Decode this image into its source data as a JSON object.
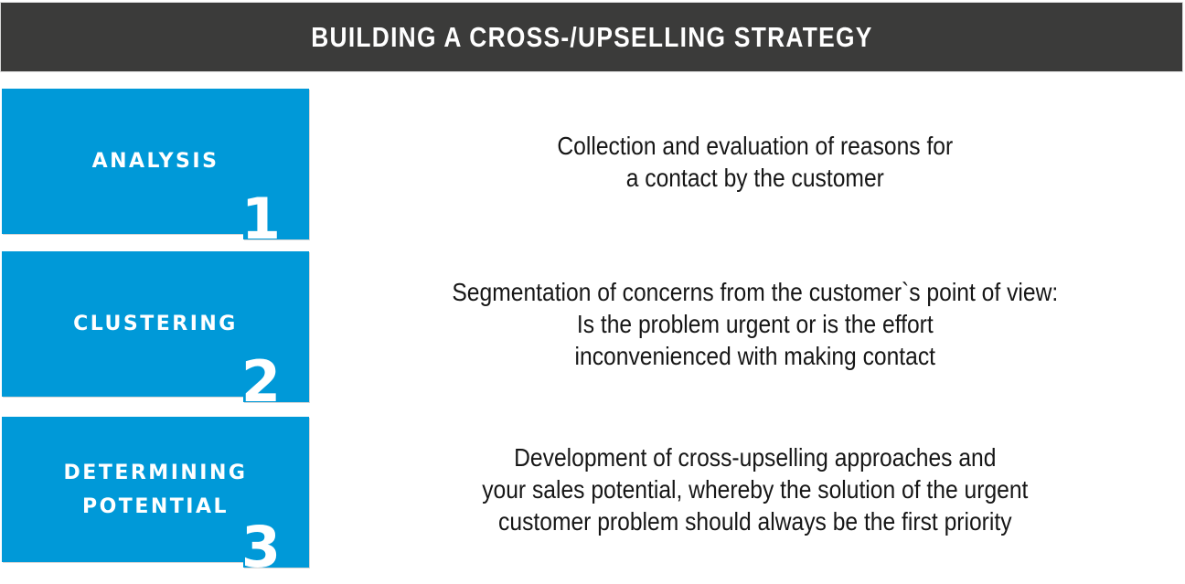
{
  "header": {
    "title": "BUILDING A CROSS-/UPSELLING STRATEGY"
  },
  "colors": {
    "accent": "#0099d8",
    "header_bg": "#3b3b3a",
    "box_text": "#ffffff",
    "description_text": "#161616"
  },
  "steps": [
    {
      "label": "ANALYSIS",
      "number": "1",
      "description": [
        "Collection and evaluation of reasons for",
        "a contact by the customer"
      ]
    },
    {
      "label": "CLUSTERING",
      "number": "2",
      "description": [
        "Segmentation of concerns from the customer`s point of view:",
        "Is the problem urgent or is the effort",
        "inconvenienced with making contact"
      ]
    },
    {
      "label": "DETERMINING POTENTIAL",
      "number": "3",
      "description": [
        "Development of cross-upselling approaches and",
        "your sales potential, whereby the solution of the urgent",
        "customer problem should always be the first priority"
      ]
    }
  ]
}
